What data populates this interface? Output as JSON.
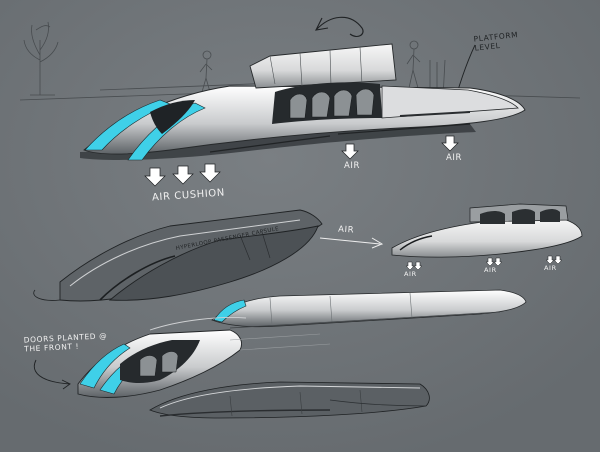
{
  "labels": {
    "platform_level": "PLATFORM LEVEL",
    "air_cushion": "AIR CUSHION",
    "air_right": "AIR",
    "air_far_right": "AIR",
    "air_arrow": "AIR",
    "air_small_1": "AIR",
    "air_small_2": "AIR",
    "air_small_3": "AIR",
    "side_text": "HYPERLOOP PASSENGER CAPSULE",
    "note": "DOORS PLANTED @ THE FRONT !"
  },
  "colors": {
    "background": "#6e7377",
    "accent": "#3fd0e8",
    "shell": "#e9eaeb",
    "ink": "#202325"
  }
}
